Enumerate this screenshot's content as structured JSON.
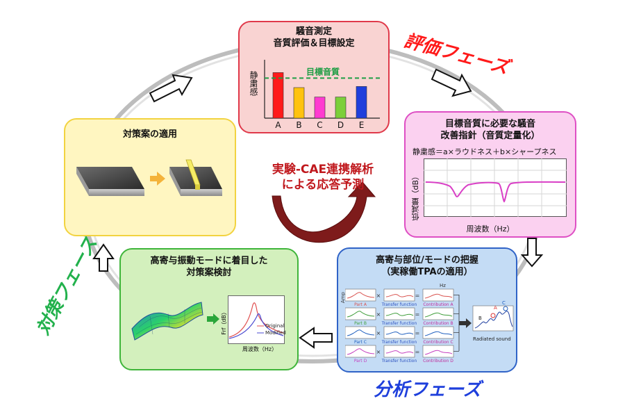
{
  "phases": {
    "evaluation": "評価フェーズ",
    "analysis": "分析フェーズ",
    "countermeasure": "対策フェーズ"
  },
  "center": {
    "line1": "実験-CAE連携解析",
    "line2": "による応答予測"
  },
  "boxes": {
    "measure": {
      "line1": "騒音測定",
      "line2": "音質評価＆目標設定",
      "chart_label": "目標音質",
      "ylabel": "静粛感"
    },
    "target": {
      "line1": "目標音質に必要な騒音",
      "line2": "改善指針（音質定量化）",
      "formula": "静粛感＝a×ラウドネス＋b×シャープネス",
      "ylabel": "低減量（dB）",
      "xlabel": "周波数（Hz）"
    },
    "tpa": {
      "line1": "高寄与部位/モードの把握",
      "line2": "（実稼働TPAの適用）",
      "amp": "Amp",
      "hz": "Hz",
      "rows": [
        {
          "part": "Part A",
          "tf": "Transfer function",
          "contrib": "Contribution A"
        },
        {
          "part": "Part B",
          "tf": "Transfer function",
          "contrib": "Contribution B"
        },
        {
          "part": "Part C",
          "tf": "Transfer function",
          "contrib": "Contribution C"
        },
        {
          "part": "Part D",
          "tf": "Transfer function",
          "contrib": "Contribution D"
        }
      ],
      "radiated": "Radiated sound",
      "peak_labels": [
        "A",
        "B",
        "C"
      ]
    },
    "mode": {
      "line1": "高寄与振動モードに着目した",
      "line2": "対策案検討",
      "ylabel": "Frf（dB）",
      "xlabel": "周波数（Hz）",
      "legend_original": "Original",
      "legend_modified": "Modified"
    },
    "apply": {
      "title": "対策案の適用"
    }
  },
  "chart_data": [
    {
      "type": "bar",
      "categories": [
        "A",
        "B",
        "C",
        "D",
        "E"
      ],
      "values": [
        0.82,
        0.55,
        0.38,
        0.38,
        0.57
      ],
      "colors": [
        "#ff1a1a",
        "#ffc20e",
        "#ff3bd0",
        "#7ccf3a",
        "#1f3fdc"
      ],
      "target_line": 0.72,
      "ylabel": "静粛感",
      "annotation": "目標音質",
      "ylim": [
        0,
        1
      ]
    }
  ],
  "colors": {
    "measure_bg": "#f9d3d2",
    "measure_border": "#e0394a",
    "target_bg": "#fbd1f0",
    "target_border": "#de4fc4",
    "tpa_bg": "#c4dcf5",
    "tpa_border": "#2f63c7",
    "mode_bg": "#d3f0bd",
    "mode_border": "#3fb53a",
    "apply_bg": "#fff6c1",
    "apply_border": "#f2d340",
    "evaluation_text": "#ff1a1a",
    "analysis_text": "#1e3fdc",
    "countermeasure_text": "#22b14c"
  }
}
